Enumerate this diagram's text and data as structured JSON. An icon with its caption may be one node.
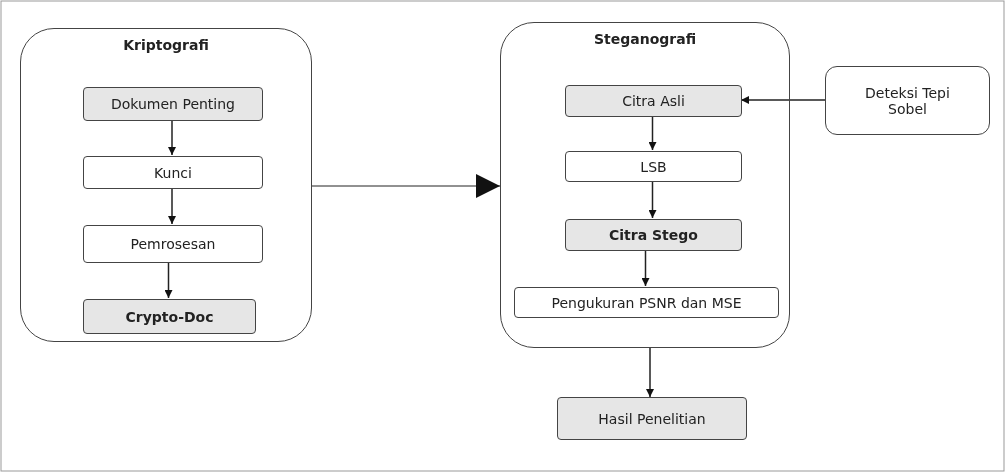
{
  "diagram": {
    "nodes": [
      {
        "text": [
          "Kriptografi"
        ]
      },
      {
        "text": [
          "Dokumen Penting"
        ],
        "in": 0
      },
      {
        "text": [
          "Kunci"
        ],
        "in": 0
      },
      {
        "text": [
          "Pemrosesan"
        ],
        "in": 0
      },
      {
        "text": [
          "Crypto-Doc"
        ],
        "in": 0
      },
      {
        "text": [
          "Steganografi"
        ]
      },
      {
        "text": [
          "Citra Asli"
        ],
        "in": 5
      },
      {
        "text": [
          "LSB"
        ],
        "in": 5
      },
      {
        "text": [
          "Citra Stego"
        ],
        "in": 5
      },
      {
        "text": [
          "Pengukuran PSNR dan MSE"
        ],
        "in": 5
      },
      {
        "text": [
          "Deteksi Tepi Sobel"
        ]
      },
      {
        "text": [
          "Hasil Penelitian"
        ]
      }
    ],
    "edges": [
      {
        "from": 1,
        "to": 2,
        "arrow": "to"
      },
      {
        "from": 2,
        "to": 3,
        "arrow": "to"
      },
      {
        "from": 3,
        "to": 4,
        "arrow": "to"
      },
      {
        "from": 0,
        "to": 5,
        "arrow": "to"
      },
      {
        "from": 10,
        "to": 6,
        "arrow": "to"
      },
      {
        "from": 6,
        "to": 7,
        "arrow": "to"
      },
      {
        "from": 7,
        "to": 8,
        "arrow": "to"
      },
      {
        "from": 8,
        "to": 9,
        "arrow": "to"
      },
      {
        "from": 5,
        "to": 11,
        "arrow": "to"
      }
    ]
  }
}
